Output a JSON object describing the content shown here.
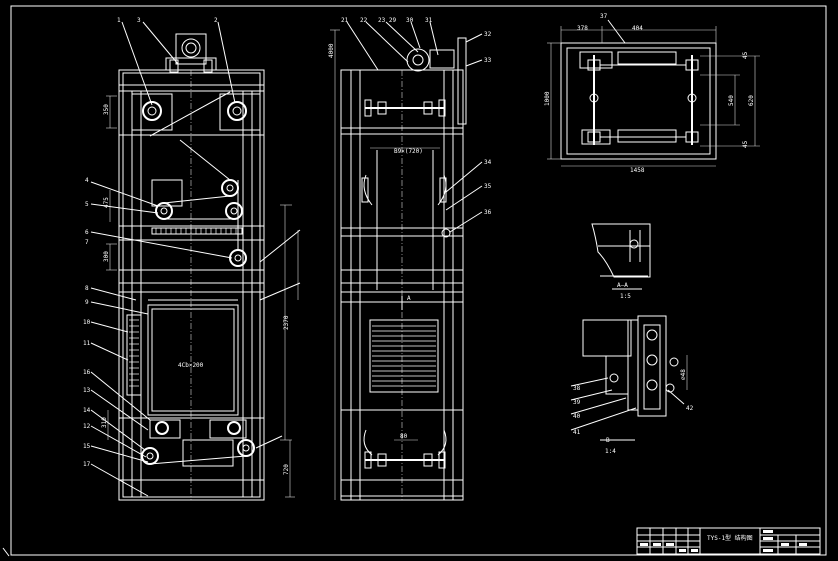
{
  "colors": {
    "background": "#000000",
    "linework": "#ffffff"
  },
  "front_view": {
    "balloons": {
      "b1": "1",
      "b2": "3",
      "b3": "2",
      "b4": "4",
      "b5": "5",
      "b6": "6",
      "b7": "7",
      "b8": "8",
      "b9": "9",
      "b10": "10",
      "b11": "11",
      "b16": "16",
      "b13": "13",
      "b14": "14",
      "b12": "12",
      "b15": "15",
      "b17": "17"
    },
    "dims": {
      "d1": "350",
      "d2": "475",
      "d3": "300",
      "d4": "2370",
      "d5": "720",
      "d6": "310",
      "inner": "4Cb×200"
    }
  },
  "side_view": {
    "balloons": {
      "b21": "21",
      "b22": "22",
      "b23": "23 29",
      "b30": "30",
      "b31": "31",
      "b32": "32",
      "b33": "33",
      "b34": "34",
      "b35": "35",
      "b36": "36"
    },
    "labels": {
      "width_top": "B9×(720)",
      "section_a": "A",
      "width_bottom": "80"
    },
    "dims": {
      "top": "4000"
    }
  },
  "top_view": {
    "balloons": {
      "b37": "37"
    },
    "dims": {
      "w1": "378",
      "w2": "404",
      "width": "1458",
      "height": "1000",
      "r1": "620",
      "r2": "540",
      "r3": "45",
      "r4": "45"
    }
  },
  "section_aa": {
    "title": "A—A",
    "scale": "1:5"
  },
  "detail_b": {
    "title": "B",
    "scale": "1:4",
    "balloons": {
      "b38": "38",
      "b39": "39",
      "b40": "40",
      "b41": "41",
      "b42": "42"
    },
    "dim": "∅48"
  },
  "title_block": {
    "drawing_title": "TYS-1型 结构图"
  }
}
